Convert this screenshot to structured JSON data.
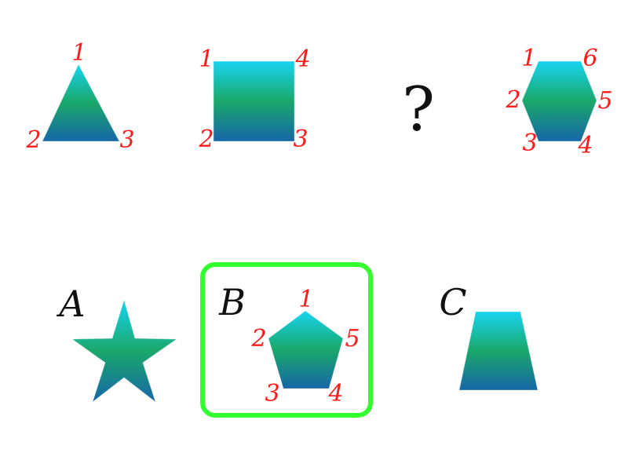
{
  "puzzle": {
    "sequence": [
      {
        "shape": "triangle",
        "vertex_labels": [
          "1",
          "2",
          "3"
        ]
      },
      {
        "shape": "square",
        "vertex_labels": [
          "1",
          "2",
          "3",
          "4"
        ]
      },
      {
        "shape": "unknown",
        "text": "?"
      },
      {
        "shape": "hexagon",
        "vertex_labels": [
          "1",
          "2",
          "3",
          "4",
          "5",
          "6"
        ]
      }
    ],
    "options": [
      {
        "letter": "A",
        "shape": "star",
        "selected": false
      },
      {
        "letter": "B",
        "shape": "pentagon",
        "selected": true,
        "vertex_labels": [
          "1",
          "2",
          "3",
          "4",
          "5"
        ]
      },
      {
        "letter": "C",
        "shape": "trapezoid",
        "selected": false
      }
    ]
  },
  "colors": {
    "shape_top": "#17d4f0",
    "shape_mid": "#1aa86a",
    "shape_bottom": "#1667a8",
    "vertex_numbers": "#ff1a1a",
    "selection_border": "#33ff2e"
  }
}
